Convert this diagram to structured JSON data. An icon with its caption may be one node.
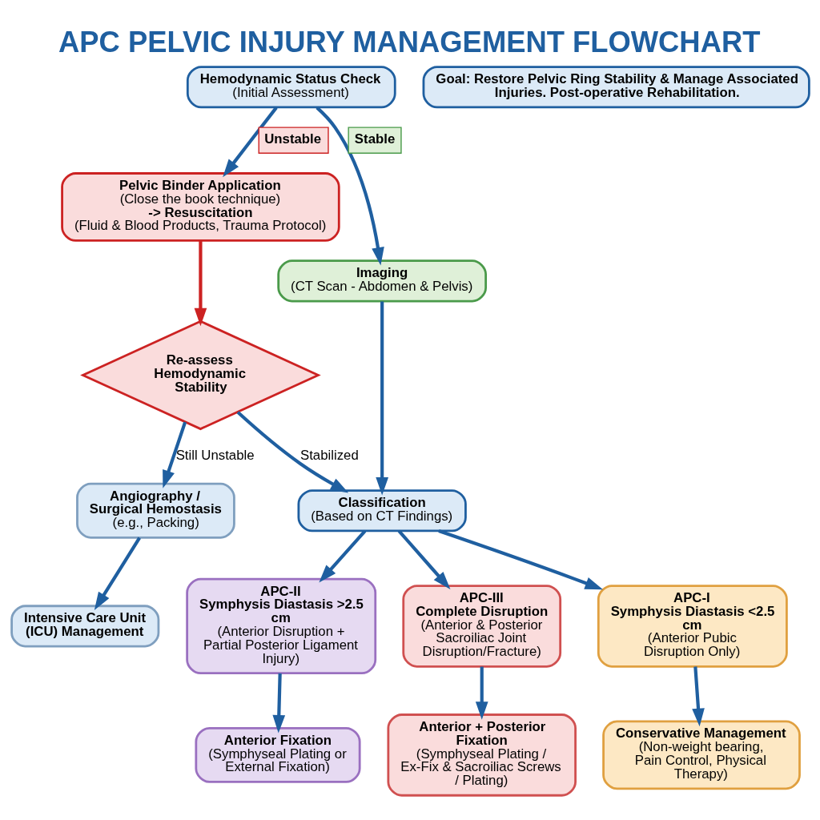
{
  "diagram": {
    "title": "APC PELVIC INJURY MANAGEMENT FLOWCHART",
    "nodes": [
      {
        "text": [
          "Hemodynamic Status Check",
          "(Initial Assessment)"
        ]
      },
      {
        "text": [
          "Pelvic Binder Application",
          "(Close the book technique)",
          "-> Resuscitation",
          "(Fluid & Blood Products, Trauma Protocol)"
        ]
      },
      {
        "text": [
          "Imaging",
          "(CT Scan - Abdomen & Pelvis)"
        ]
      },
      {
        "text": [
          "Re-assess Hemodynamic Stability"
        ]
      },
      {
        "text": [
          "Classification",
          "(Based on CT Findings)"
        ]
      },
      {
        "text": [
          "Angiography / Surgical Hemostasis",
          "(e.g., Packing)"
        ]
      },
      {
        "text": [
          "Intensive Care Unit (ICU) Management"
        ]
      },
      {
        "text": [
          "APC-I",
          "Symphysis Diastasis <2.5 cm",
          "(Anterior Pubic Disruption Only)"
        ]
      },
      {
        "text": [
          "APC-II",
          "Symphysis Diastasis >2.5 cm",
          "(Anterior Disruption + Partial Posterior Ligament Injury)"
        ]
      },
      {
        "text": [
          "APC-III",
          "Complete Disruption",
          "(Anterior & Posterior Sacroiliac Joint Disruption/Fracture)"
        ]
      },
      {
        "text": [
          "Conservative Management",
          "(Non-weight bearing, Pain Control, Physical Therapy)"
        ]
      },
      {
        "text": [
          "Anterior Fixation",
          "(Symphyseal Plating or External Fixation)"
        ]
      },
      {
        "text": [
          "Anterior + Posterior Fixation",
          "(Symphyseal Plating / Ex-Fix & Sacroiliac Screws / Plating)"
        ]
      },
      {
        "text": [
          "Goal: Restore Pelvic Ring Stability & Manage Associated Injuries. Post-operative Rehabilitation."
        ]
      }
    ],
    "edges": [
      {
        "from": 0,
        "to": 1,
        "arrow": "to",
        "label": "Unstable"
      },
      {
        "from": 0,
        "to": 2,
        "arrow": "to",
        "label": "Stable"
      },
      {
        "from": 1,
        "to": 3,
        "arrow": "to",
        "color": "#cc2222"
      },
      {
        "from": 2,
        "to": 4,
        "arrow": "to"
      },
      {
        "from": 3,
        "to": 4,
        "arrow": "to",
        "label": "Stabilized"
      },
      {
        "from": 3,
        "to": 5,
        "arrow": "to",
        "label": "Still Unstable"
      },
      {
        "from": 5,
        "to": 6,
        "arrow": "to"
      },
      {
        "from": 4,
        "to": 7,
        "arrow": "to"
      },
      {
        "from": 4,
        "to": 8,
        "arrow": "to"
      },
      {
        "from": 4,
        "to": 9,
        "arrow": "to"
      },
      {
        "from": 7,
        "to": 10,
        "arrow": "to"
      },
      {
        "from": 8,
        "to": 11,
        "arrow": "to"
      },
      {
        "from": 9,
        "to": 12,
        "arrow": "to"
      }
    ]
  }
}
